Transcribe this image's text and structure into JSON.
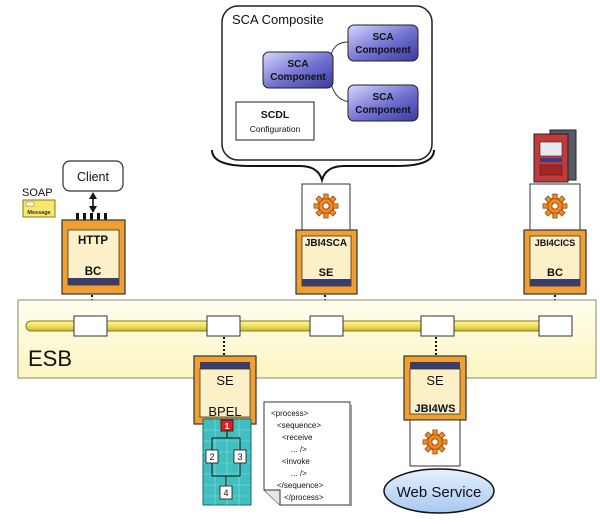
{
  "composite": {
    "title": "SCA Composite",
    "component_line1": "SCA",
    "component_line2": "Component",
    "scdl_title": "SCDL",
    "scdl_sub": "Configuration"
  },
  "client": {
    "label": "Client"
  },
  "soap": {
    "label": "SOAP",
    "doc_label": "Message"
  },
  "esb": {
    "label": "ESB"
  },
  "connectors": {
    "http": {
      "name": "HTTP",
      "type": "BC"
    },
    "jbi4sca": {
      "name": "JBI4SCA",
      "type": "SE"
    },
    "jbi4cics": {
      "name": "JBI4CICS",
      "type": "BC"
    },
    "bpel": {
      "name": "BPEL",
      "type": "SE"
    },
    "jbi4ws": {
      "name": "JBI4WS",
      "type": "SE"
    }
  },
  "bpel_flow": {
    "steps": [
      "1",
      "2",
      "3",
      "4"
    ]
  },
  "process_doc": {
    "lines": [
      "<process>",
      "<sequence>",
      "<receive",
      "... />",
      "<invoke",
      "... />",
      "</sequence>",
      "</process>"
    ]
  },
  "web_service": {
    "label": "Web Service"
  },
  "colors": {
    "orange": "#f0a030",
    "component_blue": "#4a4ab0",
    "esb_yellow": "#fbf7c6",
    "bus_yellow": "#f4ea70",
    "bpel_teal": "#3fbfbf"
  }
}
